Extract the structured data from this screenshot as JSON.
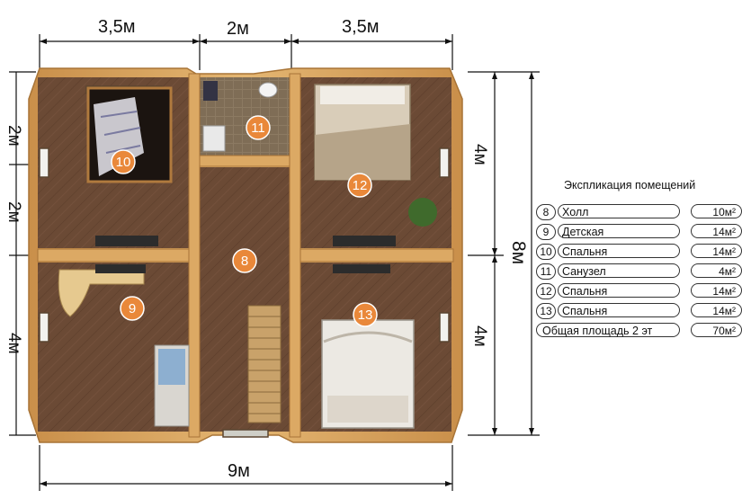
{
  "dimensions": {
    "top_left": "3,5м",
    "top_mid": "2м",
    "top_right": "3,5м",
    "bottom": "9м",
    "left_top": "2м",
    "left_mid": "2м",
    "left_bottom": "4м",
    "right_top": "4м",
    "right_bottom": "4м",
    "right_total": "8м"
  },
  "room_badges": [
    "10",
    "11",
    "12",
    "9",
    "8",
    "13"
  ],
  "legend": {
    "title": "Экспликация помещений",
    "rows": [
      {
        "num": "8",
        "name": "Холл",
        "area": "10м²"
      },
      {
        "num": "9",
        "name": "Детская",
        "area": "14м²"
      },
      {
        "num": "10",
        "name": "Спальня",
        "area": "14м²"
      },
      {
        "num": "11",
        "name": "Санузел",
        "area": "4м²"
      },
      {
        "num": "12",
        "name": "Спальня",
        "area": "14м²"
      },
      {
        "num": "13",
        "name": "Спальня",
        "area": "14м²"
      }
    ],
    "total_label": "Общая площадь 2 эт",
    "total_area": "70м²"
  },
  "colors": {
    "wall": "#d9a65e",
    "wall_edge": "#a87437",
    "floor": "#6b4a35",
    "floor_light": "#8a6248",
    "badge": "#e9883a",
    "bath_floor": "#8c7a62"
  }
}
